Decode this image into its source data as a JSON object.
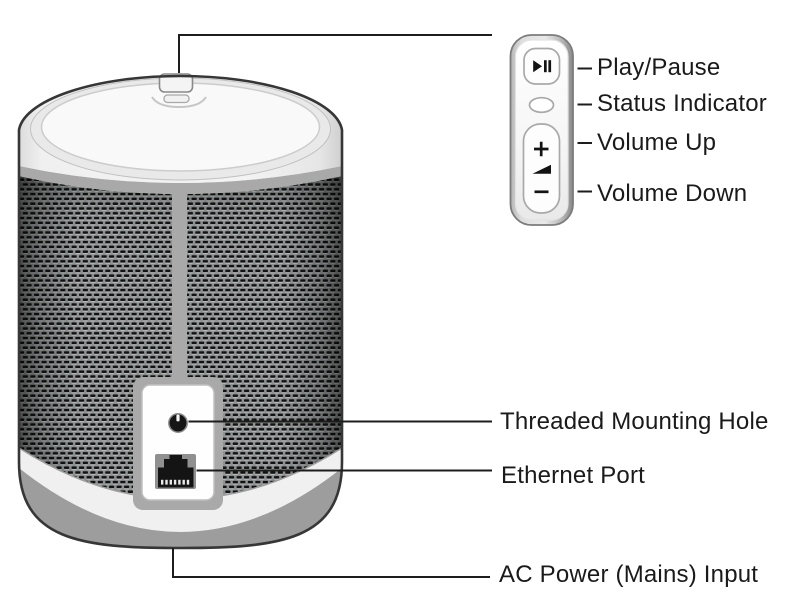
{
  "figure": {
    "kind": "speaker-rear-and-top-panel-callout-diagram"
  },
  "callouts": {
    "top": [
      {
        "id": "play-pause",
        "label": "Play/Pause",
        "icon": "play-pause-icon"
      },
      {
        "id": "status-indicator",
        "label": "Status Indicator",
        "icon": "status-indicator-light"
      },
      {
        "id": "volume-up",
        "label": "Volume Up",
        "icon": "plus-icon"
      },
      {
        "id": "volume-down",
        "label": "Volume Down",
        "icon": "minus-icon"
      }
    ],
    "rear": [
      {
        "id": "threaded-mounting-hole",
        "label": "Threaded Mounting Hole",
        "icon": "mounting-hole-icon"
      },
      {
        "id": "ethernet-port",
        "label": "Ethernet Port",
        "icon": "ethernet-port-icon"
      },
      {
        "id": "ac-power",
        "label": "AC Power (Mains) Input",
        "icon": "ac-power-inlet"
      }
    ]
  },
  "icons": [
    "play-pause-icon",
    "status-indicator-light",
    "plus-icon",
    "volume-level-icon",
    "minus-icon",
    "mounting-hole-icon",
    "ethernet-port-icon"
  ],
  "colors": {
    "background": "#ffffff",
    "leader_line": "#1d1d1d",
    "label_text": "#1a1a1a",
    "outline": "#363636",
    "grille_base": "#8e9292",
    "grille_hole": "#121212",
    "grille_highlight": "#c2c6c6",
    "cap": "#f1f1f1",
    "seam": "#a9a9a9",
    "panel": "#fefefe",
    "glyph": "#131313"
  }
}
